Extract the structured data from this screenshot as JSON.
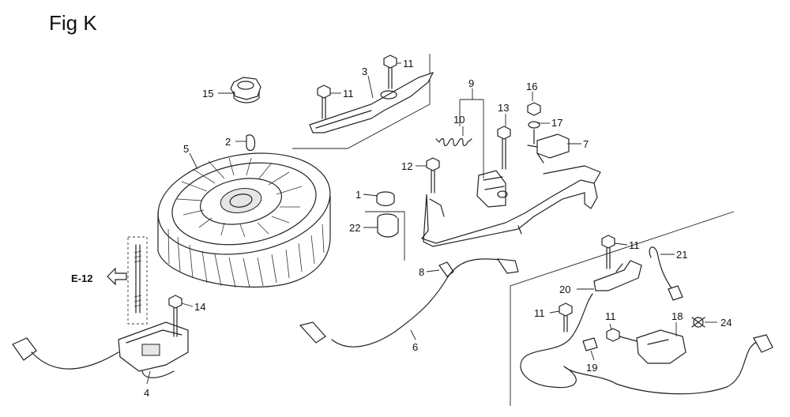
{
  "figure": {
    "title": "Fig K"
  },
  "reference": {
    "label": "E-12"
  },
  "callouts": [
    {
      "id": "p1",
      "label": "1"
    },
    {
      "id": "p2",
      "label": "2"
    },
    {
      "id": "p3",
      "label": "3"
    },
    {
      "id": "p4",
      "label": "4"
    },
    {
      "id": "p5",
      "label": "5"
    },
    {
      "id": "p6",
      "label": "6"
    },
    {
      "id": "p7",
      "label": "7"
    },
    {
      "id": "p8",
      "label": "8"
    },
    {
      "id": "p9",
      "label": "9"
    },
    {
      "id": "p10",
      "label": "10"
    },
    {
      "id": "p11a",
      "label": "11"
    },
    {
      "id": "p11b",
      "label": "11"
    },
    {
      "id": "p11c",
      "label": "11"
    },
    {
      "id": "p11d",
      "label": "11"
    },
    {
      "id": "p11e",
      "label": "11"
    },
    {
      "id": "p12",
      "label": "12"
    },
    {
      "id": "p13",
      "label": "13"
    },
    {
      "id": "p14",
      "label": "14"
    },
    {
      "id": "p15",
      "label": "15"
    },
    {
      "id": "p16",
      "label": "16"
    },
    {
      "id": "p17",
      "label": "17"
    },
    {
      "id": "p18",
      "label": "18"
    },
    {
      "id": "p19",
      "label": "19"
    },
    {
      "id": "p20",
      "label": "20"
    },
    {
      "id": "p21",
      "label": "21"
    },
    {
      "id": "p22",
      "label": "22"
    },
    {
      "id": "p24",
      "label": "24"
    }
  ]
}
